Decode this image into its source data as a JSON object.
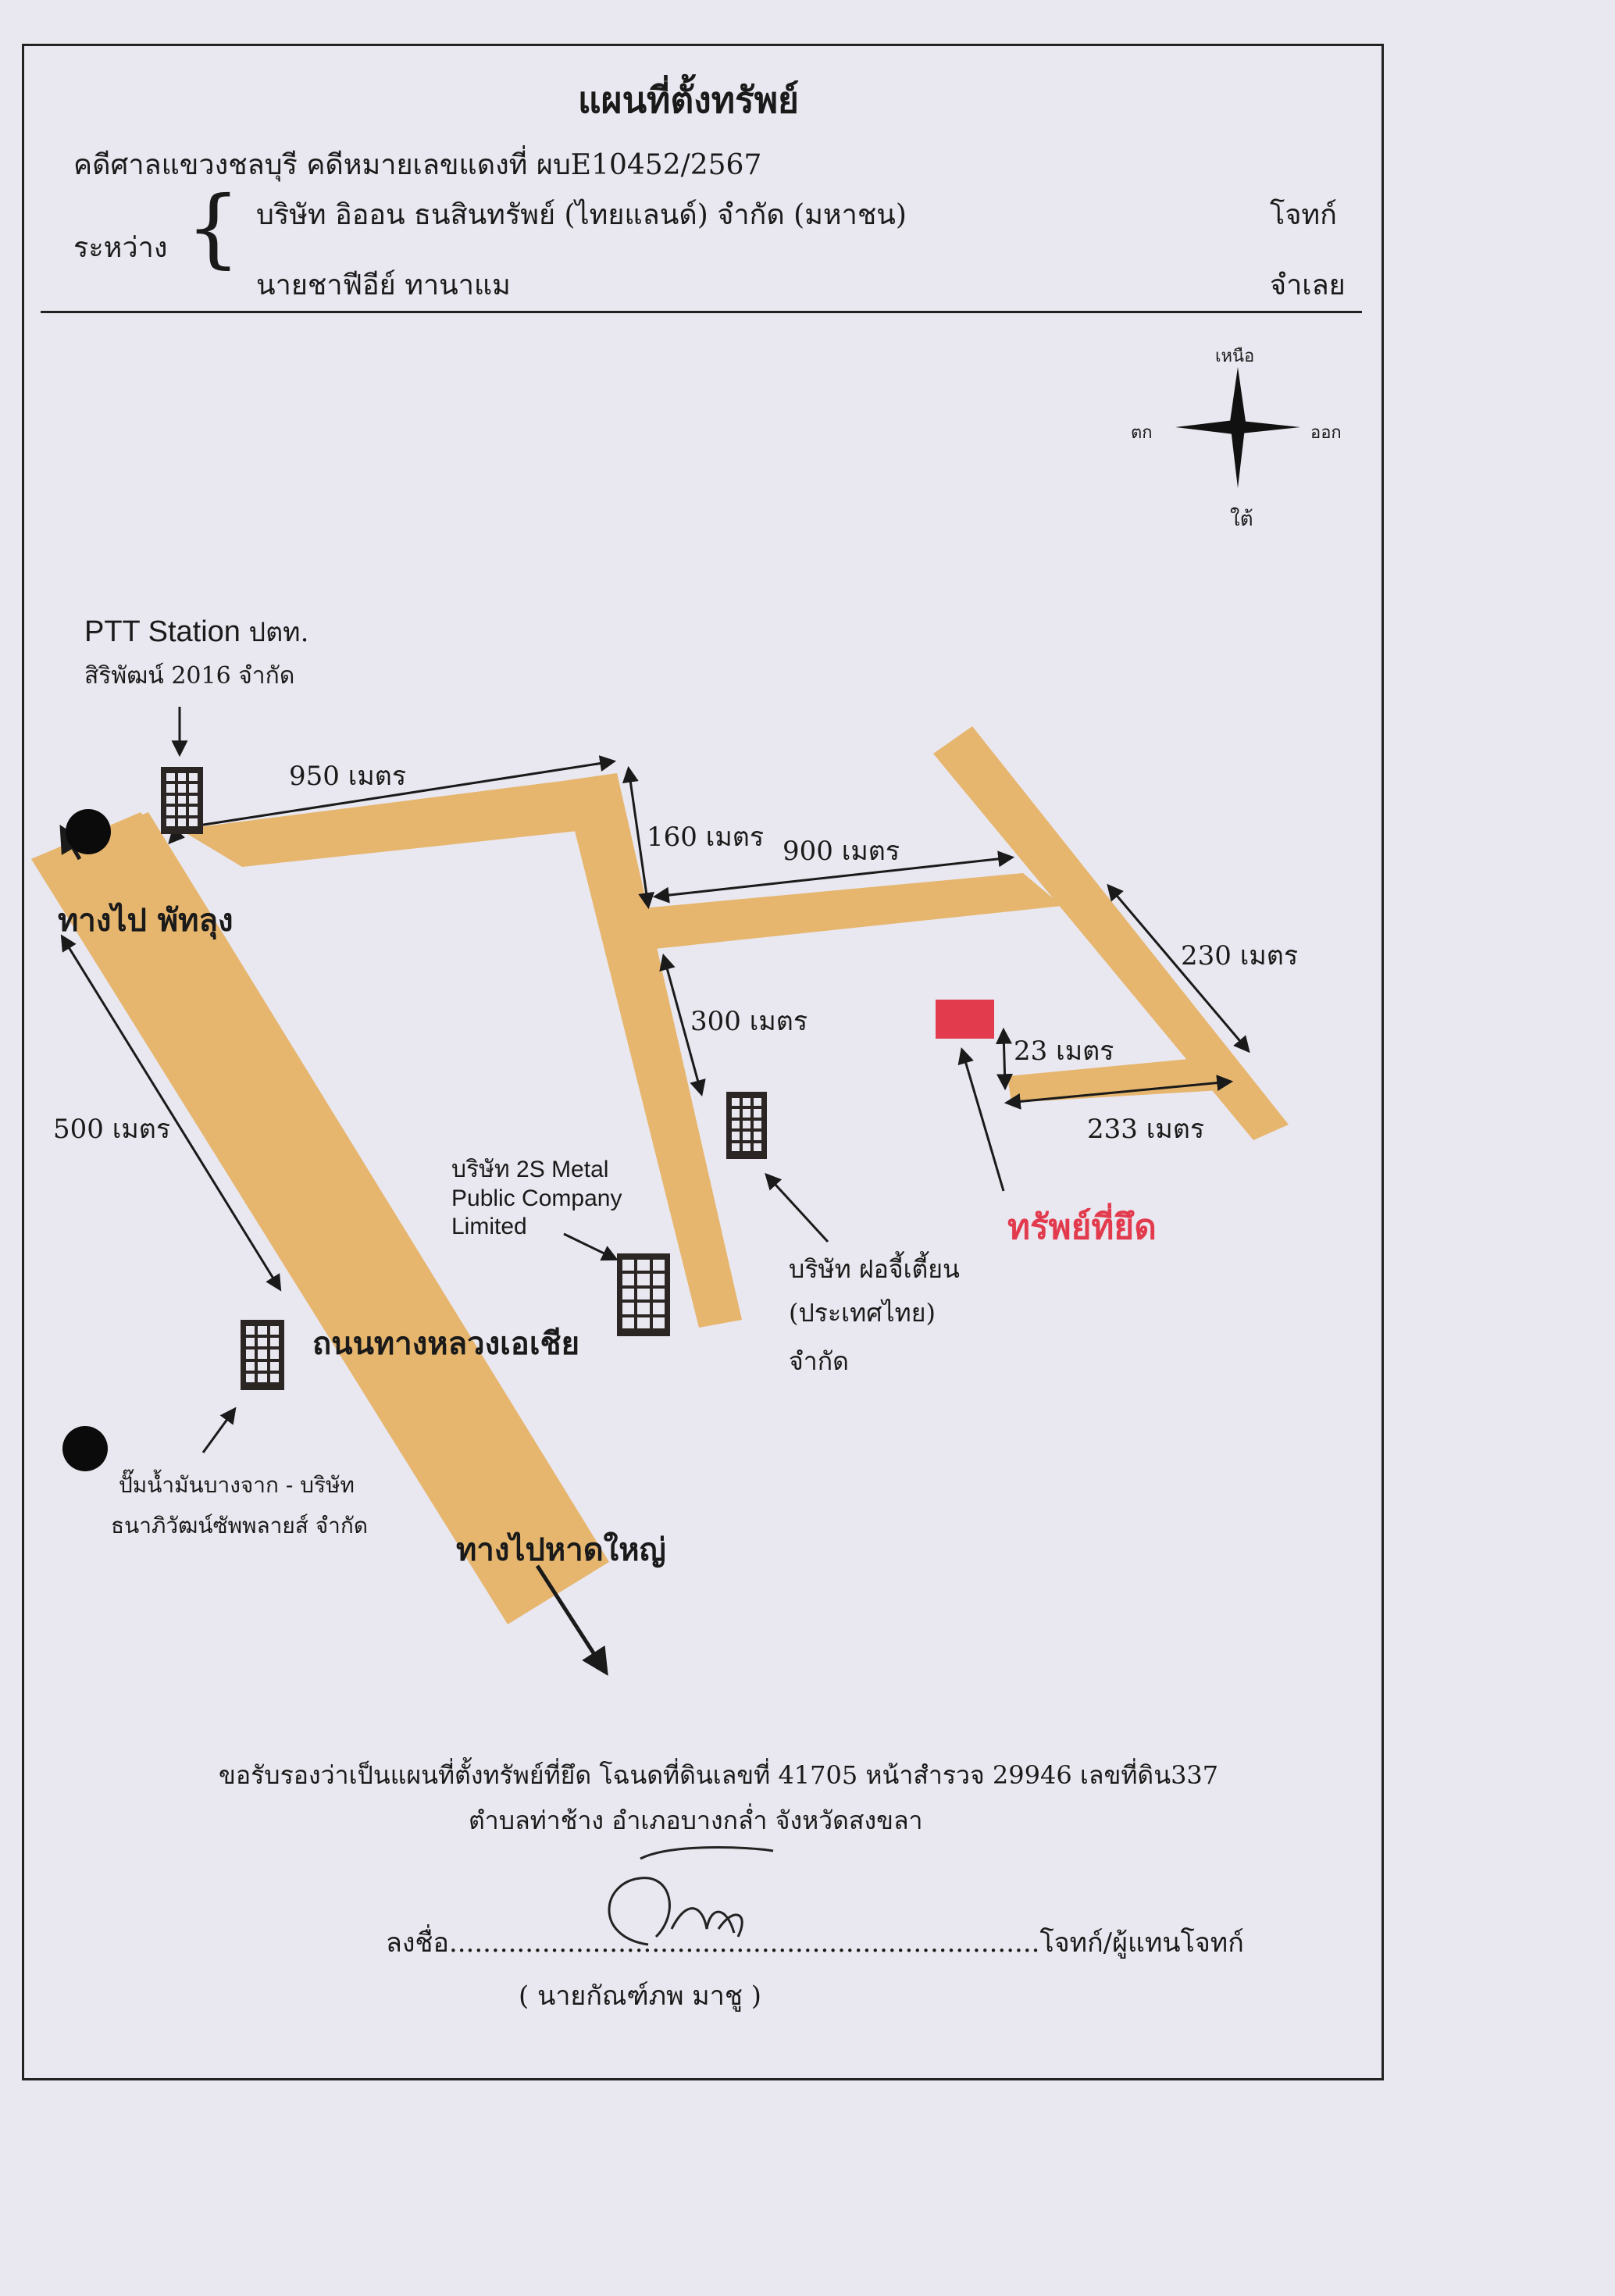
{
  "document": {
    "title": "แผนที่ตั้งทรัพย์",
    "case_line": "คดีศาลแขวงชลบุรี คดีหมายเลขแดงที่   ผบE10452/2567",
    "between_label": "ระหว่าง",
    "plaintiff_name": "บริษัท อิออน ธนสินทรัพย์ (ไทยแลนด์) จำกัด (มหาชน)",
    "plaintiff_role": "โจทก์",
    "defendant_name": "นายชาฟีอีย์ ทานาแม",
    "defendant_role": "จำเลย"
  },
  "compass": {
    "north": "เหนือ",
    "west": "ตก",
    "east": "ออก",
    "south": "ใต้"
  },
  "map": {
    "road_color": "#e6b66f",
    "property_color": "#e23b4e",
    "building_color": "#2b2624",
    "ptt_name": "PTT Station",
    "ptt_suffix": "ปตท.",
    "ptt_company": "สิริพัฒน์ 2016 จำกัด",
    "dist_950": "950 เมตร",
    "dist_160": "160 เมตร",
    "dist_900": "900 เมตร",
    "dist_230": "230 เมตร",
    "dist_300": "300 เมตร",
    "dist_23": "23 เมตร",
    "dist_233": "233 เมตร",
    "dist_500": "500 เมตร",
    "to_phatthalung": "ทางไป พัทลุง",
    "to_hatyai": "ทางไปหาดใหญ่",
    "asia_highway": "ถนนทางหลวงเอเชีย",
    "metal_company_1": "บริษัท 2S Metal",
    "metal_company_2": "Public Company",
    "metal_company_3": "Limited",
    "fochi_1": "บริษัท ฝอจี้เตี้ยน",
    "fochi_2": "(ประเทศไทย)",
    "fochi_3": "จำกัด",
    "seized_property": "ทรัพย์ที่ยึด",
    "gas_station_1": "ปั๊มน้ำมันบางจาก - บริษัท",
    "gas_station_2": "ธนาภิวัฒน์ซัพพลายส์ จำกัด"
  },
  "certification": {
    "line1": "ขอรับรองว่าเป็นแผนที่ตั้งทรัพย์ที่ยึด โฉนดที่ดินเลขที่ 41705 หน้าสำรวจ 29946 เลขที่ดิน337",
    "line2": "ตำบลท่าช้าง อำเภอบางกล่ำ จังหวัดสงขลา",
    "sign_prefix": "ลงชื่อ",
    "sign_dots": "......................................................................",
    "sign_role": "โจทก์/ผู้แทนโจทก์",
    "signer_name": "( นายกัณฑ์ภพ  มาชู )"
  }
}
